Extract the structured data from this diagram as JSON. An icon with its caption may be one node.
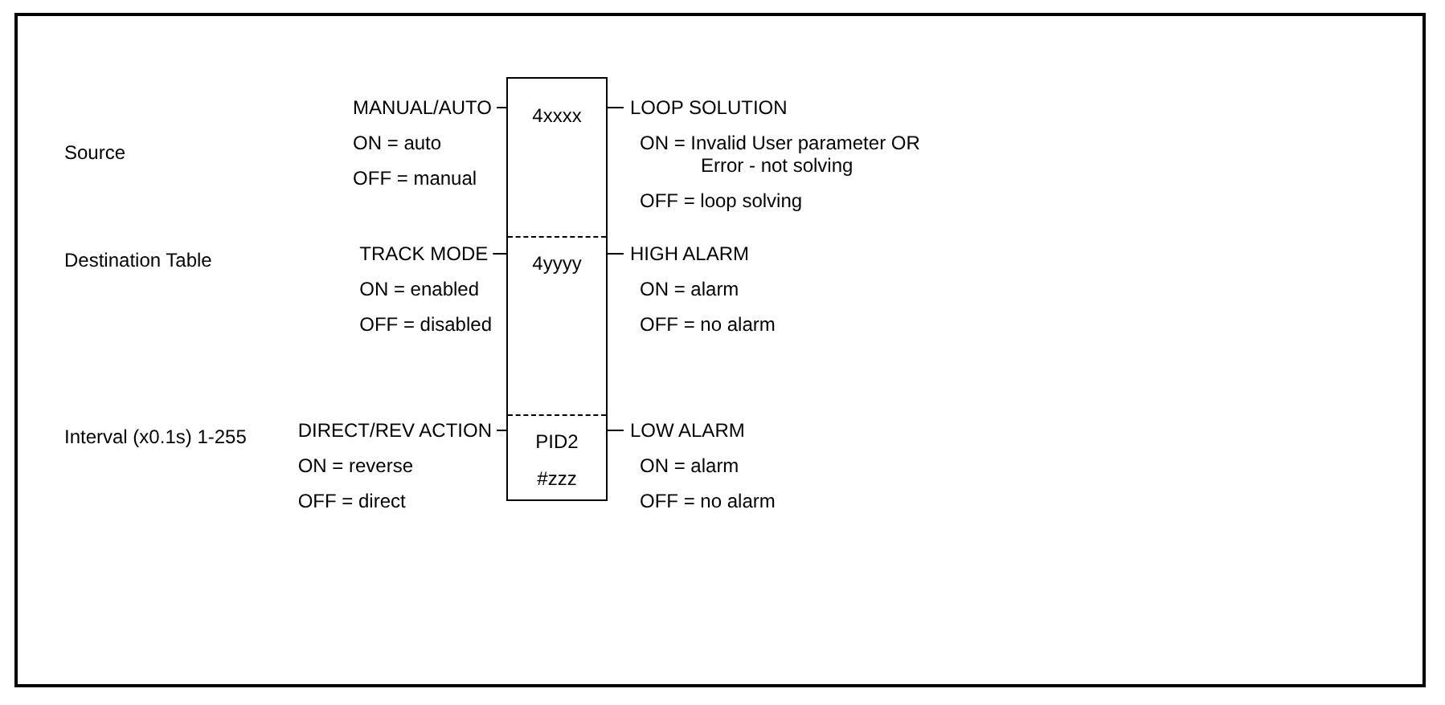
{
  "diagram": {
    "nodes": [
      {
        "text": [],
        "shape": "box"
      },
      {
        "text": [
          "4xxxx"
        ],
        "in": 0
      },
      {
        "text": [
          "4yyyy"
        ],
        "in": 0
      },
      {
        "text": [
          "PID2 #zzz"
        ],
        "in": 0
      },
      {
        "text": [
          "MANUAL/AUTO",
          "ON = auto",
          "OFF = manual"
        ]
      },
      {
        "text": [
          "TRACK MODE",
          "ON = enabled",
          "OFF = disabled"
        ]
      },
      {
        "text": [
          "DIRECT/REV ACTION",
          "ON = reverse",
          "OFF = direct"
        ]
      },
      {
        "text": [
          "LOOP SOLUTION",
          "ON = Invalid User parameter OR Error - not solving",
          "OFF = loop solving"
        ]
      },
      {
        "text": [
          "HIGH ALARM",
          "ON = alarm",
          "OFF = no alarm"
        ]
      },
      {
        "text": [
          "LOW ALARM",
          "ON = alarm",
          "OFF = no alarm"
        ]
      }
    ],
    "edges": [
      {
        "from": 4,
        "to": 1,
        "arrow": "none"
      },
      {
        "from": 5,
        "to": 2,
        "arrow": "none"
      },
      {
        "from": 6,
        "to": 3,
        "arrow": "none"
      },
      {
        "from": 1,
        "to": 7,
        "arrow": "none"
      },
      {
        "from": 2,
        "to": 8,
        "arrow": "none"
      },
      {
        "from": 3,
        "to": 9,
        "arrow": "none"
      }
    ],
    "labels": [
      "Source",
      "Destination Table",
      "Interval (x0.1s) 1-255"
    ]
  }
}
